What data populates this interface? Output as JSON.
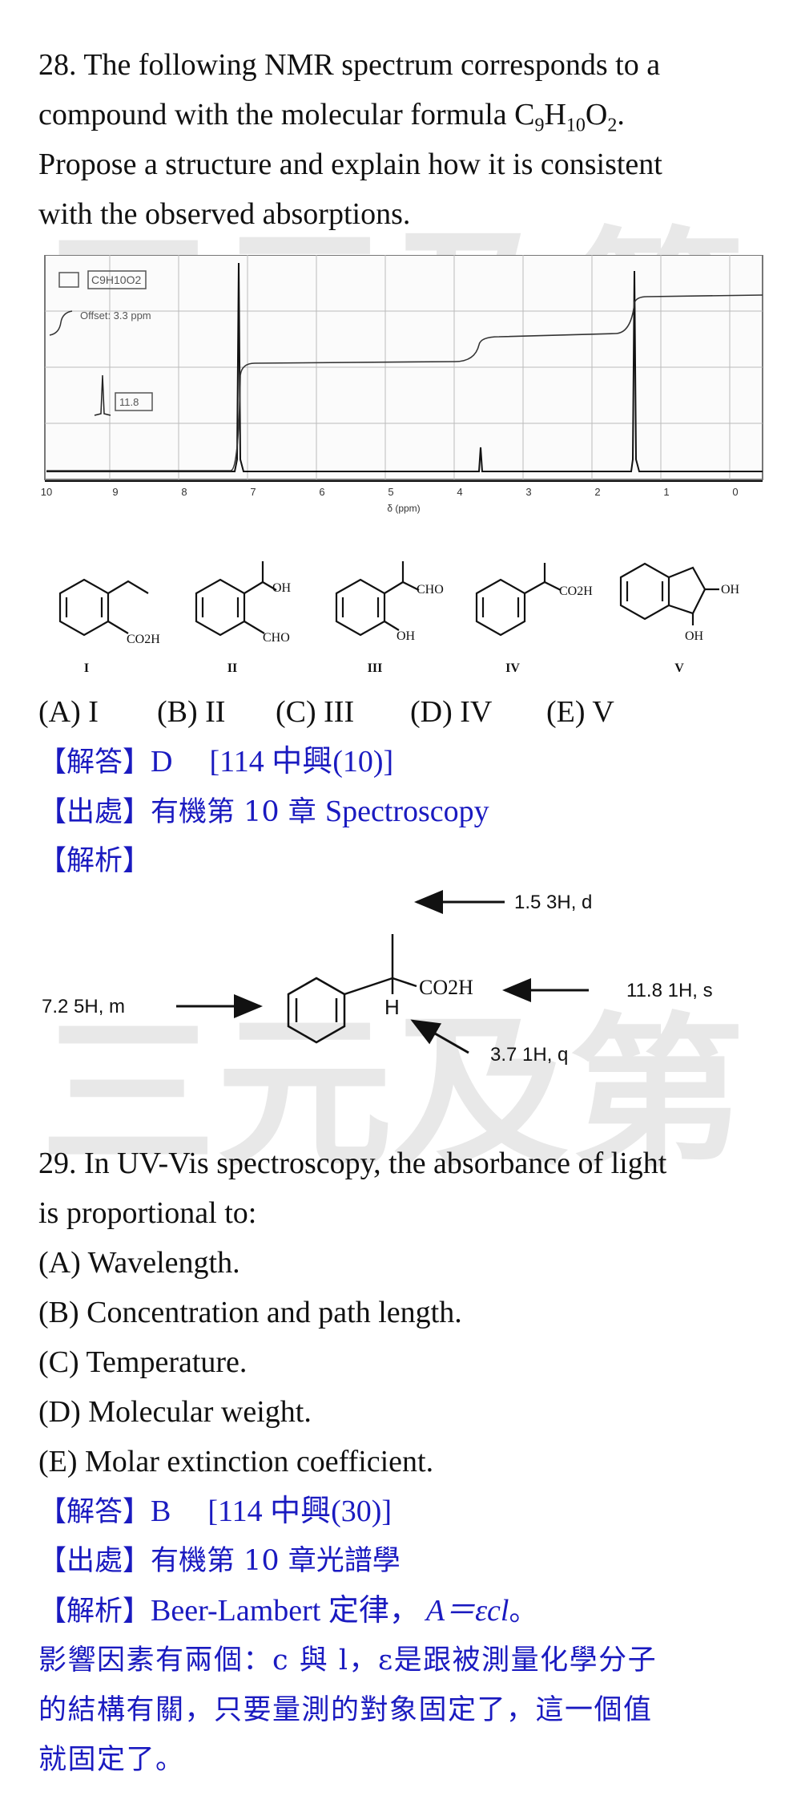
{
  "watermark": "三元及第",
  "q28": {
    "lines": [
      "28. The following NMR spectrum corresponds to a",
      "compound with the molecular formula C",
      "Propose a structure and explain how it is consistent",
      "with the observed absorptions."
    ],
    "formula": {
      "c": "9",
      "h": "H",
      "hsub": "10",
      "o": "O",
      "osub": "2",
      "end": "."
    },
    "spectrum": {
      "legend_formula": "C9H10O2",
      "offset_label": "Offset: 3.3 ppm",
      "peak_label": "11.8",
      "axis_label": "δ (ppm)",
      "ticks": [
        "10",
        "9",
        "8",
        "7",
        "6",
        "5",
        "4",
        "3",
        "2",
        "1",
        "0"
      ]
    },
    "structures": [
      {
        "roman": "I",
        "sub1": "CO2H"
      },
      {
        "roman": "II",
        "sub1": "OH",
        "sub2": "CHO"
      },
      {
        "roman": "III",
        "sub1": "CHO",
        "sub2": "OH"
      },
      {
        "roman": "IV",
        "sub1": "CO2H"
      },
      {
        "roman": "V",
        "sub1": "OH",
        "sub2": "OH"
      }
    ],
    "options": [
      "(A) I",
      "(B) II",
      "(C) III",
      "(D) IV",
      "(E) V"
    ],
    "answer_label": "【解答】",
    "answer": "D",
    "answer_src": "[114 中興(10)]",
    "source_label": "【出處】",
    "source": "有機第 10 章 ",
    "source_en": "Spectroscopy",
    "analysis_label": "【解析】",
    "annotations": {
      "a1": "1.5   3H,  d",
      "a2": "11.8   1H,  s",
      "a3": "3.7   1H,  q",
      "a4": "7.2   5H,  m",
      "group": "CO2H",
      "h": "H"
    }
  },
  "q29": {
    "stem1": "29. In UV-Vis spectroscopy, the absorbance of light",
    "stem2": "is proportional to:",
    "options": [
      "(A) Wavelength.",
      "(B) Concentration and path length.",
      "(C) Temperature.",
      "(D) Molecular weight.",
      "(E) Molar extinction coefficient."
    ],
    "answer_label": "【解答】",
    "answer": "B",
    "answer_src": "[114 中興(30)]",
    "source_label": "【出處】",
    "source": "有機第 10 章光譜學",
    "analysis_label": "【解析】",
    "analysis": "Beer-Lambert 定律，",
    "formula": "A＝εcl",
    "formula_end": "。",
    "explain1": "影響因素有兩個：c 與 l，ε是跟被測量化學分子",
    "explain2": "的結構有關，只要量測的對象固定了，這一個值",
    "explain3": "就固定了。"
  }
}
